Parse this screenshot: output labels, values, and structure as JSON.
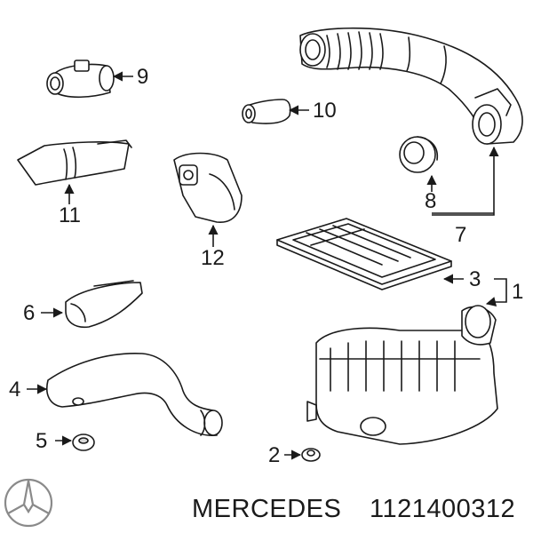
{
  "callouts": {
    "c1": "1",
    "c2": "2",
    "c3": "3",
    "c4": "4",
    "c5": "5",
    "c6": "6",
    "c7": "7",
    "c8": "8",
    "c9": "9",
    "c10": "10",
    "c11": "11",
    "c12": "12"
  },
  "footer": {
    "brand": "MERCEDES",
    "part_number": "1121400312"
  },
  "logo": {
    "icon": "mercedes-star-icon",
    "color": "#8a8a8a"
  }
}
